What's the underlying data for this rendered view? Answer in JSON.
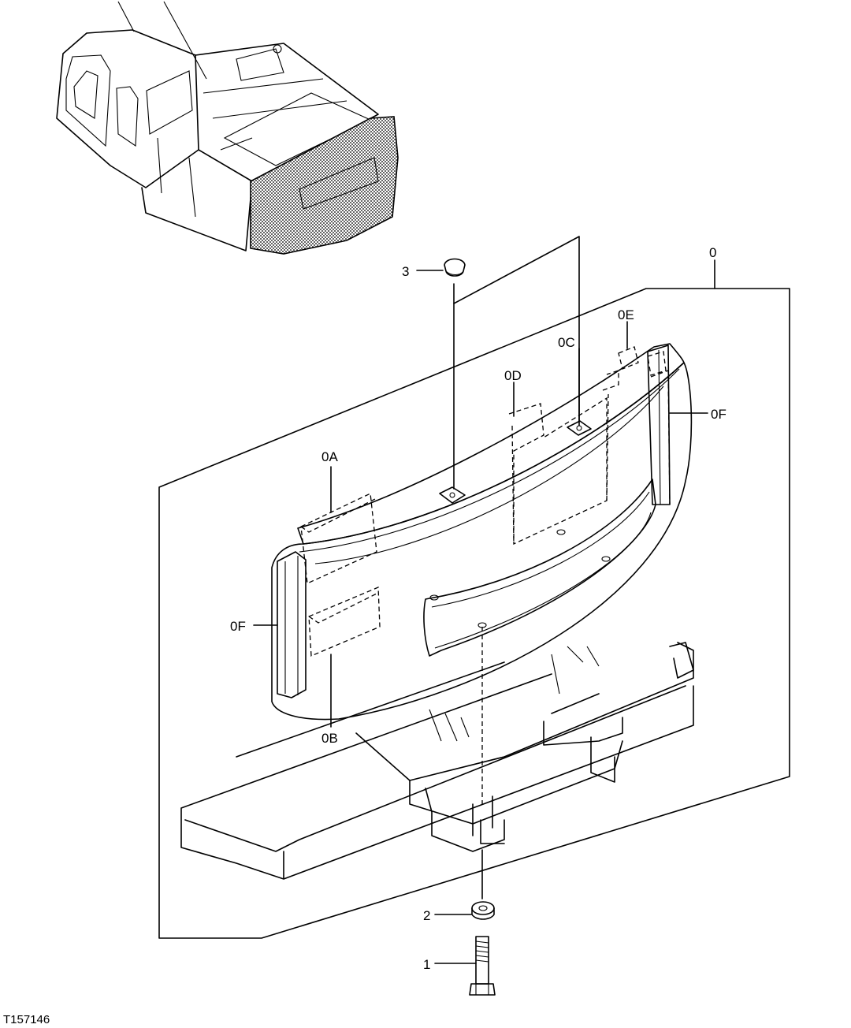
{
  "labels": {
    "assembly": "0",
    "sub_a": "0A",
    "sub_b": "0B",
    "sub_c": "0C",
    "sub_d": "0D",
    "sub_e": "0E",
    "sub_f_right": "0F",
    "sub_f_left": "0F",
    "part_1": "1",
    "part_2": "2",
    "part_3": "3"
  },
  "figure_ref": "T157146",
  "colors": {
    "line": "#000000",
    "background": "#ffffff",
    "shading": "#6b6b6b"
  }
}
